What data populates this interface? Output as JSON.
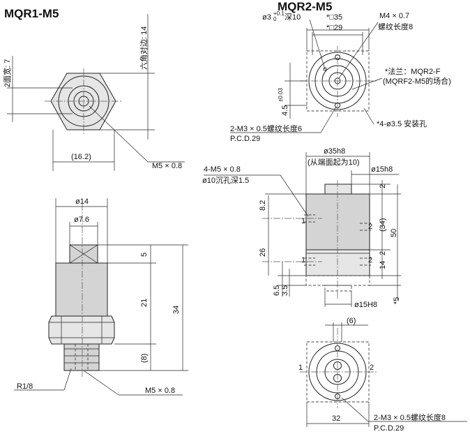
{
  "titles": {
    "left": "MQR1-M5",
    "right": "MQR2-M5"
  },
  "mqr1": {
    "hex_across_flats": "六角对边: 14",
    "two_flats": "2面宽: 7",
    "width_16_2": "(16.2)",
    "port_m5": "M5 × 0.8",
    "dia_14": "ø14",
    "dia_7_6": "ø7.6",
    "dim_5": "5",
    "dim_21": "21",
    "dim_34": "34",
    "dim_8": "(8)",
    "thread_r18": "R1/8",
    "bottom_m5": "M5 × 0.8"
  },
  "mqr2": {
    "bore_depth": "ø3+0.1 0 深10",
    "bore_depth_main": "ø3",
    "bore_tol": "+0.1",
    "bore_tol_low": "0",
    "bore_depth_word": "深10",
    "sq35": "*□35",
    "sq29": "*□29",
    "center_thread": "M4 × 0.7",
    "center_thread_len": "螺纹长度8",
    "flange_note": "*法兰：MQR2-F",
    "flange_note2": "(MQRF2-M5的场合)",
    "dim_4_5": "4.5",
    "dim_4_5_tol": "±0.03",
    "mount_holes": "*4-ø3.5 安装孔",
    "m3_thread": "2-M3 × 0.5螺纹长度6",
    "pcd_top": "P.C.D.29",
    "dia_35h8": "ø35h8",
    "from_end": "(从端面起为10)",
    "dia_15h8_top": "ø15h8",
    "ports_4m5": "4-M5 × 0.8",
    "counterbore": "ø10沉孔深1.5",
    "dim_8_2": "8.2",
    "dim_2_top": "2",
    "dim_34_paren": "(34)",
    "dim_50": "50",
    "dim_26": "26",
    "dim_2_bottom": "2",
    "dim_14": "14",
    "dim_6_5": "6.5",
    "dim_3_5": "3.5",
    "dim_5_star": "*5",
    "dia_15H8": "ø15H8",
    "port_1": "1",
    "port_2": "2",
    "dim_6_paren": "(6)",
    "dim_32": "32",
    "m3_bottom": "2-M3 × 0.5螺纹长度8",
    "pcd_bottom": "P.C.D.29"
  }
}
